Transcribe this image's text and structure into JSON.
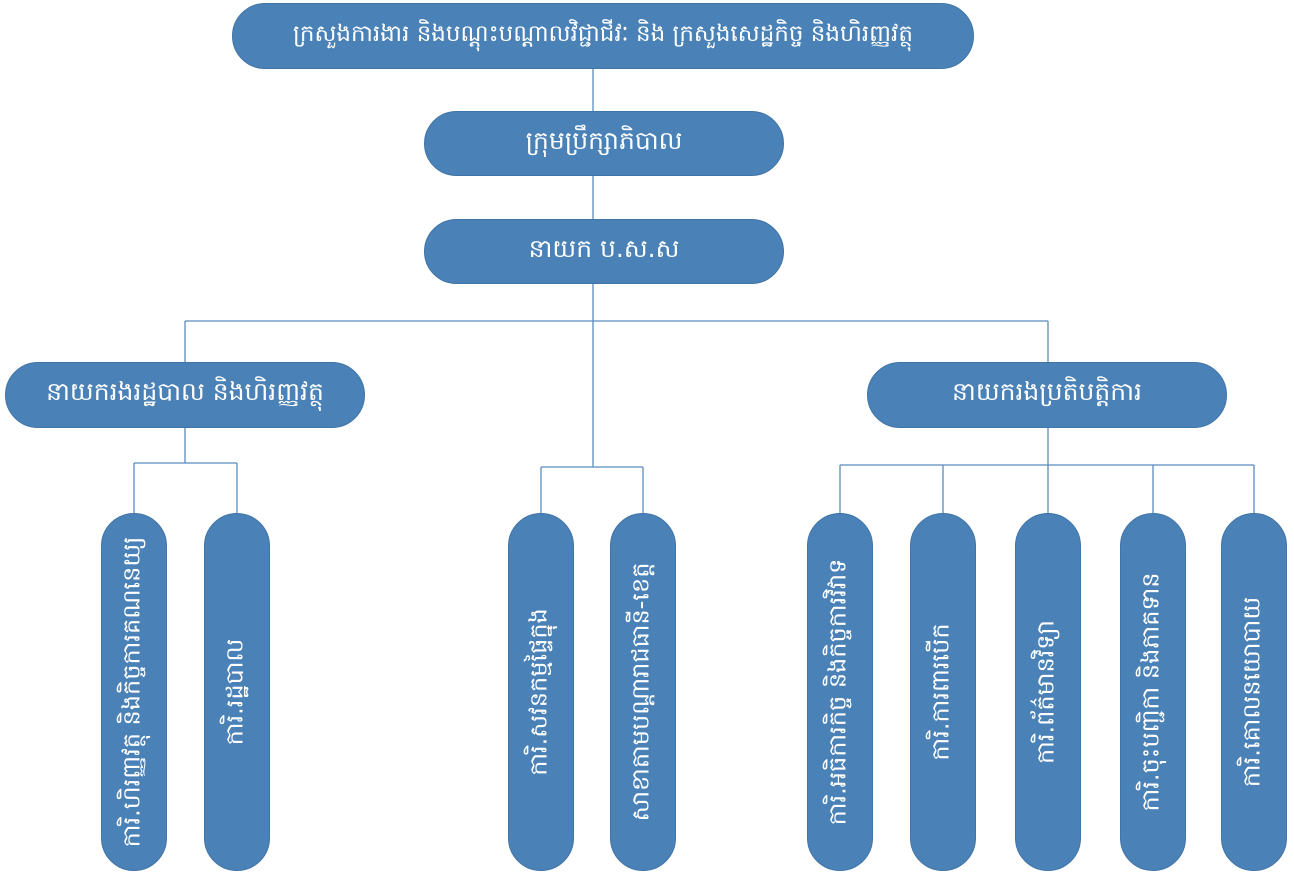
{
  "diagram": {
    "top": "ក្រសួងការងារ និងបណ្ដុះបណ្ដាលវិជ្ជាជីវៈ និង ក្រសួងសេដ្ឋកិច្ច និងហិរញ្ញវត្ថុ",
    "board": "ក្រុមប្រឹក្សាភិបាល",
    "director": "នាយក ប.ស.ស",
    "deputy_admin": "នាយករងរដ្ឋបាល និងហិរញ្ញវត្ថុ",
    "deputy_ops": "នាយករងប្រតិបត្តិការ",
    "admin_units": [
      "ការិ.ហិរញ្ញវត្ថុ និងកិច្ចការគណនេយ្យ",
      "ការិ.រដ្ឋបាល"
    ],
    "center_units": [
      "ការិ.សវនកម្មផ្ទៃក្នុង",
      "សាខាតាមបណ្ដារាជធានី-ខេត្ត"
    ],
    "ops_units": [
      "ការិ.អធិការកិច្ច និងកិច្ចការវិវាទ",
      "ការិ.ការពារបើក",
      "ការិ.ព័ត៌មានវិទ្យា",
      "ការិ.ចុះបញ្ជិកា និងភាគទាន",
      "ការិ.គោលនយោបាយ"
    ]
  }
}
